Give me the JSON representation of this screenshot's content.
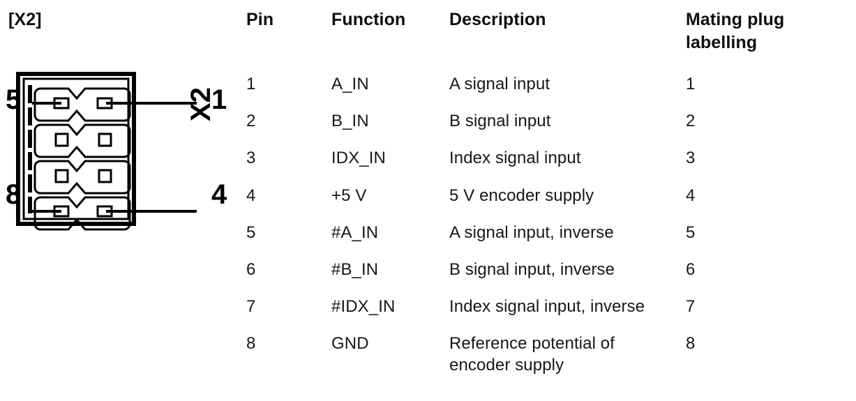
{
  "connector": {
    "title": "[X2]",
    "rotated_label": "X2",
    "pin_callouts": {
      "top_left": "5",
      "bottom_left": "8",
      "top_right": "1",
      "bottom_right": "4"
    },
    "pin_count": 8,
    "rows": 4,
    "columns": 2,
    "icon_name": "8-pin-connector-diagram"
  },
  "table": {
    "columns": [
      "Pin",
      "Function",
      "Description",
      "Mating plug labelling"
    ],
    "rows": [
      {
        "pin": "1",
        "function": "A_IN",
        "description": "A signal input",
        "mating": "1"
      },
      {
        "pin": "2",
        "function": "B_IN",
        "description": "B signal input",
        "mating": "2"
      },
      {
        "pin": "3",
        "function": "IDX_IN",
        "description": "Index signal input",
        "mating": "3"
      },
      {
        "pin": "4",
        "function": "+5 V",
        "description": "5 V encoder supply",
        "mating": "4"
      },
      {
        "pin": "5",
        "function": "#A_IN",
        "description": "A signal input, inverse",
        "mating": "5"
      },
      {
        "pin": "6",
        "function": "#B_IN",
        "description": "B signal input, inverse",
        "mating": "6"
      },
      {
        "pin": "7",
        "function": "#IDX_IN",
        "description": "Index signal input, inverse",
        "mating": "7"
      },
      {
        "pin": "8",
        "function": "GND",
        "description": "Reference potential of encoder supply",
        "mating": "8"
      }
    ]
  },
  "colors": {
    "rule": "#1a1a1a",
    "thick_rule": "#000000",
    "text": "#16171b",
    "background": "#ffffff"
  }
}
